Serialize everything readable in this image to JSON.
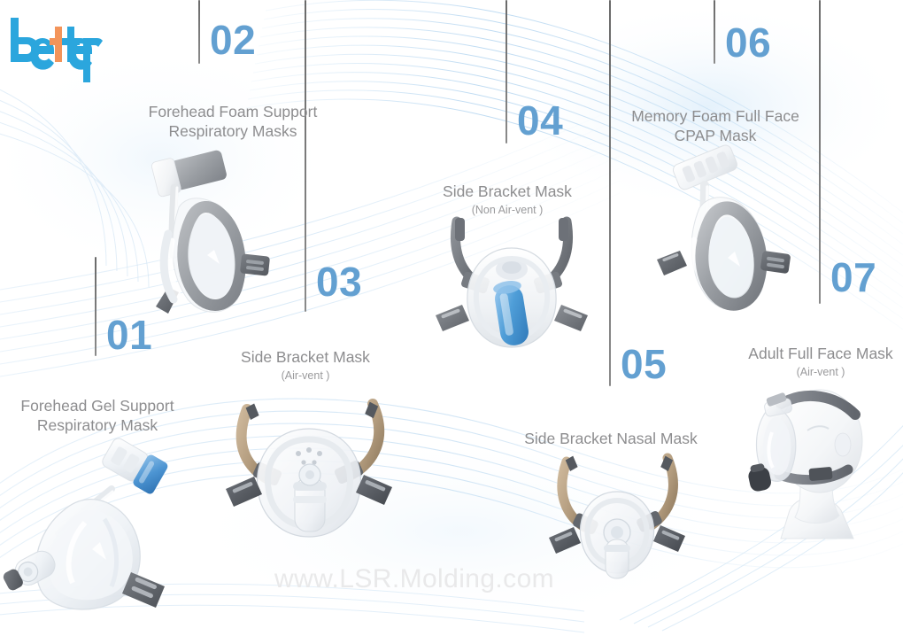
{
  "page": {
    "background_color": "#ffffff",
    "accent_color": "#63a0d1",
    "caption_color": "#8d8d8f",
    "divider_color": "#6a6a6a",
    "watermark_color": "#e9e9ea"
  },
  "logo": {
    "text": "better",
    "primary_color": "#2ba6dd",
    "accent_color": "#f3945a"
  },
  "watermark": {
    "text": "www.LSR.Molding.com"
  },
  "products": [
    {
      "number": "01",
      "title": "Forehead Gel Support",
      "title_line2": "Respiratory Mask",
      "subtitle": ""
    },
    {
      "number": "02",
      "title": "Forehead Foam Support",
      "title_line2": "Respiratory Masks",
      "subtitle": ""
    },
    {
      "number": "03",
      "title": "Side Bracket Mask",
      "title_line2": "",
      "subtitle": "(Air-vent )"
    },
    {
      "number": "04",
      "title": "Side Bracket Mask",
      "title_line2": "",
      "subtitle": "(Non Air-vent )"
    },
    {
      "number": "05",
      "title": "Side Bracket Nasal Mask",
      "title_line2": "",
      "subtitle": ""
    },
    {
      "number": "06",
      "title": "Memory Foam Full Face",
      "title_line2": "CPAP Mask",
      "subtitle": ""
    },
    {
      "number": "07",
      "title": "Adult Full Face Mask",
      "title_line2": "",
      "subtitle": "(Air-vent )"
    }
  ]
}
